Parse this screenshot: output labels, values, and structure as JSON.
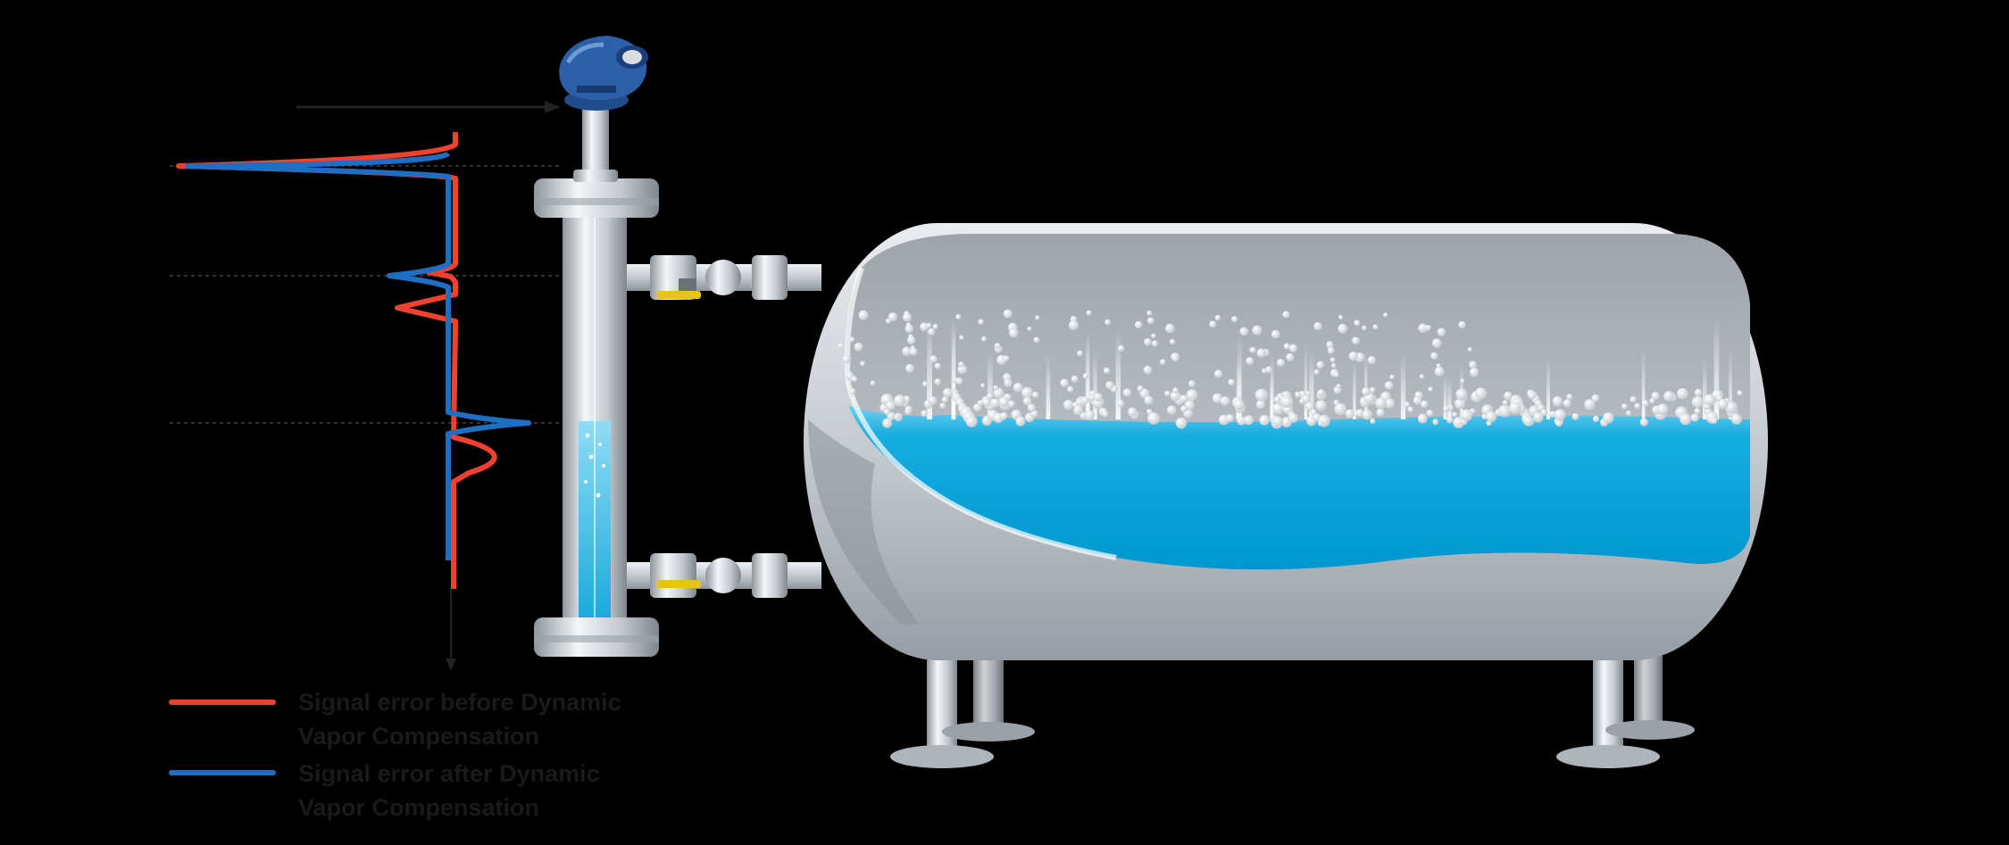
{
  "legend": {
    "entries": [
      {
        "line1": "Signal error before Dynamic",
        "line2": "Vapor Compensation",
        "color": "#ef4130"
      },
      {
        "line1": "Signal error after Dynamic",
        "line2": "Vapor Compensation",
        "color": "#1e6fc4"
      }
    ]
  },
  "colors": {
    "background": "#000000",
    "signal_before": "#ef4130",
    "signal_after": "#1e6fc4",
    "liquid": "#12a9dc",
    "steel": "#c9ced3",
    "transmitter_head": "#2d5fa8",
    "valve_handle": "#e8c31b"
  },
  "icons": {
    "transmitter": "radar-level-transmitter-icon",
    "bubbles": "boiling-bubbles-icon"
  }
}
